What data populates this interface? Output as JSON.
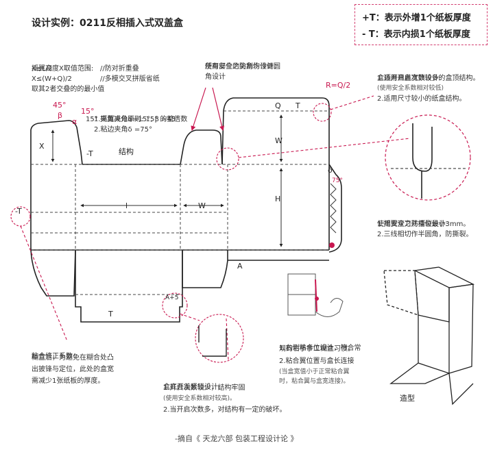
{
  "title": "设计实例：0211反相插入式双盖盒",
  "legend": {
    "plus": "+T：表示外增1个纸板厚度",
    "minus": "- T：表示内损1个纸板厚度"
  },
  "notes": {
    "flap_height": [
      "摇翼高度X取值范围:",
      "X≤L/2",
      "//防对折重叠",
      "X≤(W+Q)/2",
      "//多模交叉拼版省纸",
      "取其2者交叠的的最小值"
    ],
    "angle": [
      "15° 夹角减分原则: 15° 的整倍数",
      "1.摇翼夹角α=15°, β =45°",
      "2.粘边夹角δ =75°"
    ],
    "safety_corner": [
      "使用安全之防刮伤设计：",
      "所有部位的尖角均作倒圆",
      "角设计"
    ],
    "top_lid": [
      "盒顶开启盖宽锁设计:",
      "1.适用开启次数较多的盒顶结构。",
      "(使用安全系数相对较低)",
      "2.适用尺寸较小的纸盒结构。"
    ],
    "tear": [
      "使用安全之防撕裂设计:",
      "1.摇翼双刀开槽位最小3mm。",
      "2.三线相切作半圆角，防撕裂。"
    ],
    "glue_fix": [
      "粘合修正系数：",
      "糊盒后，为避免在糊合处凸",
      "出披锋与定位，此处的盒宽",
      "需减少1张纸板的厚度。"
    ],
    "bottom": [
      "盒底开盖紧锁设计:",
      "1.开启次数较少，结构牢固",
      "(使用安全系数相对较高)。",
      "2.当开启次数多，对结构有一定的破坏。"
    ],
    "glue_pos": [
      "1.右侧粘合位设计，符合常",
      "规的右手手工糊盒习惯。",
      "2.粘合翼位置与盒长连接",
      "(当盒宽值小于正常粘合翼",
      "时，粘合翼与盒宽连接)。"
    ]
  },
  "labels": {
    "x": "X",
    "minus_t": "-T",
    "struct": "结构",
    "l": "l",
    "w": "W",
    "w2": "W",
    "h": "H",
    "q": "Q",
    "t": "T",
    "a": "A",
    "a5": "A+5",
    "r": "R=Q/2",
    "deg45": "45°",
    "deg15": "15°",
    "beta": "β",
    "alpha": "α",
    "delta": "δ",
    "deg75": "75°",
    "minus_t2": "-T",
    "shape": "造型"
  },
  "credit": "-摘自《 天龙六部 包装工程设计论 》",
  "colors": {
    "accent": "#c8174f",
    "line": "#222222"
  }
}
